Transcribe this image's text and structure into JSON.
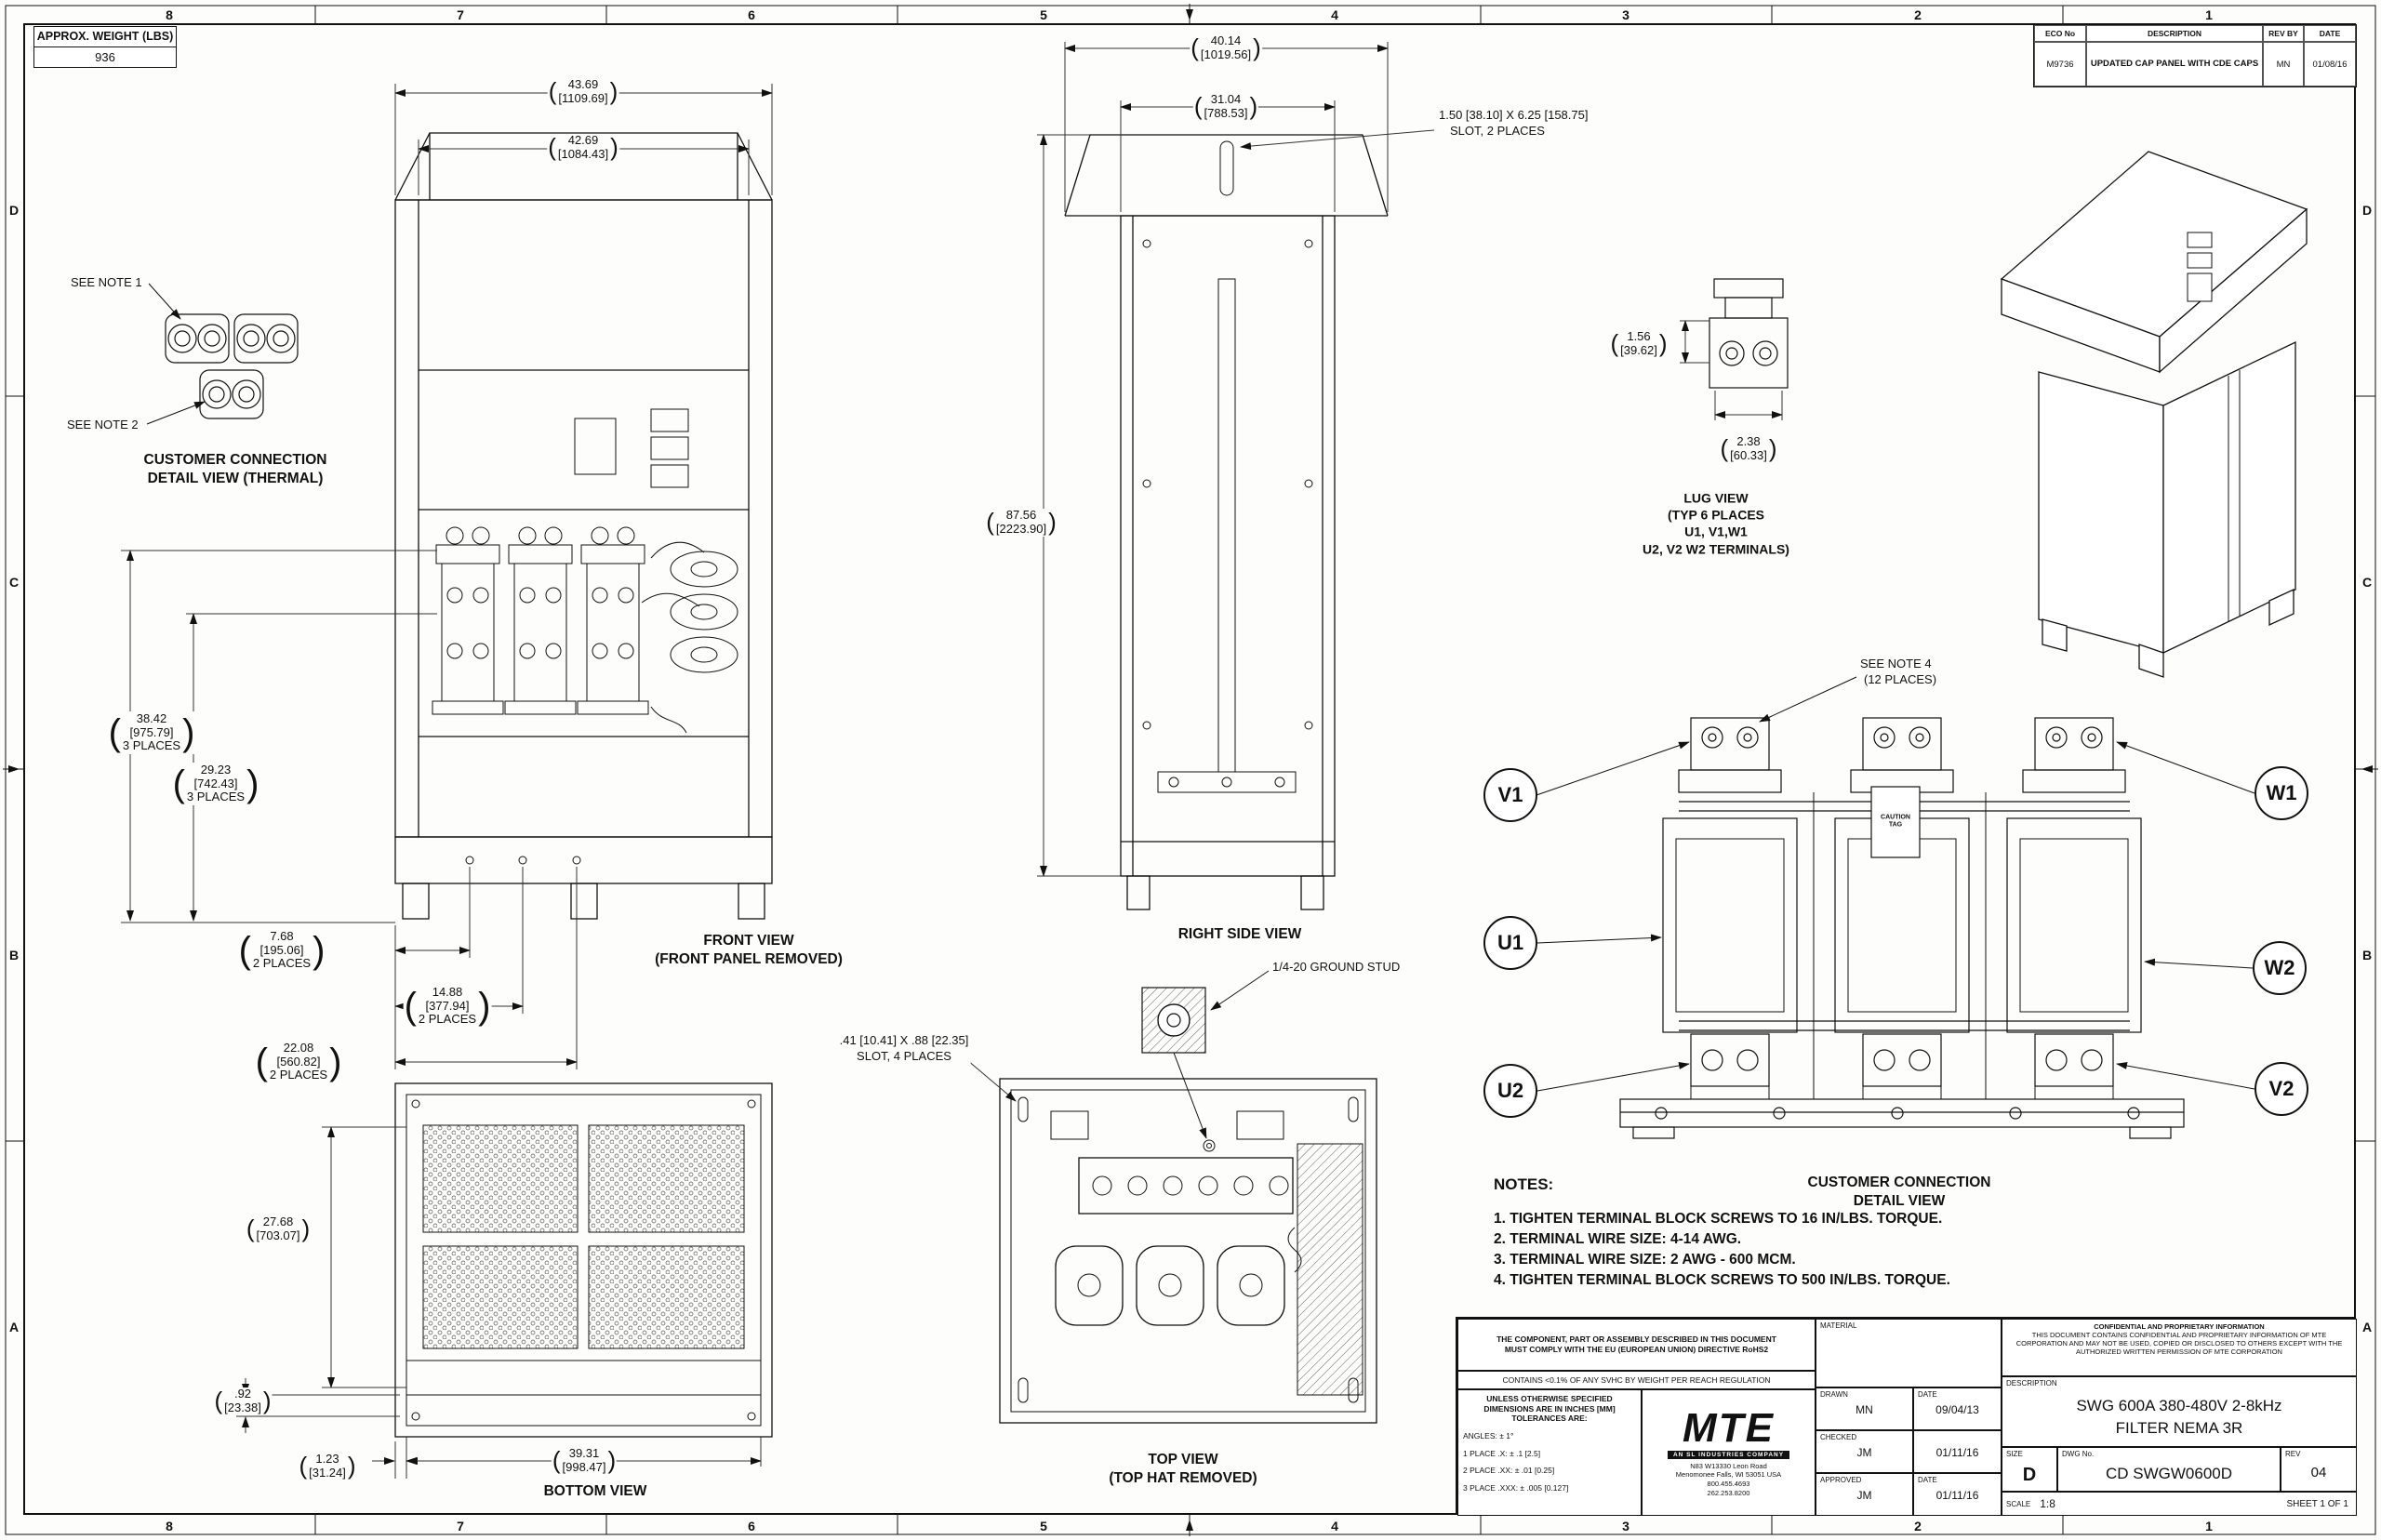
{
  "colors": {
    "line": "#1a1a1a",
    "background": "#ffffff"
  },
  "sheet": {
    "zones_h": [
      "8",
      "7",
      "6",
      "5",
      "4",
      "3",
      "2",
      "1"
    ],
    "zones_v": [
      "D",
      "C",
      "B",
      "A"
    ]
  },
  "weight_box": {
    "line1": "APPROX. WEIGHT",
    "line2": "(LBS)",
    "value": "936"
  },
  "rev_table": {
    "headers": {
      "eco": "ECO No",
      "desc": "DESCRIPTION",
      "by": "REV BY",
      "date": "DATE"
    },
    "row": {
      "eco": "M9736",
      "desc": "UPDATED CAP PANEL WITH CDE CAPS",
      "by": "MN",
      "date": "01/08/16"
    }
  },
  "labels": {
    "see_note_1": "SEE NOTE 1",
    "see_note_2": "SEE NOTE 2",
    "see_note_4a": "SEE NOTE 4",
    "see_note_4b": "(12 PLACES)",
    "ground_stud": "1/4-20 GROUND STUD",
    "caution1": "CAUTION",
    "caution2": "TAG"
  },
  "view_titles": {
    "thermal1": "CUSTOMER CONNECTION",
    "thermal2": "DETAIL VIEW (THERMAL)",
    "front1": "FRONT VIEW",
    "front2": "(FRONT PANEL REMOVED)",
    "right_side": "RIGHT SIDE VIEW",
    "lug1": "LUG VIEW",
    "lug2": "(TYP 6 PLACES",
    "lug3": "U1, V1,W1",
    "lug4": "U2, V2 W2 TERMINALS)",
    "ccd1": "CUSTOMER CONNECTION",
    "ccd2": "DETAIL VIEW",
    "bottom": "BOTTOM VIEW",
    "top1": "TOP VIEW",
    "top2": "(TOP HAT REMOVED)"
  },
  "terminals": {
    "v1": "V1",
    "u1": "U1",
    "u2": "U2",
    "w1": "W1",
    "w2": "W2",
    "v2": "V2"
  },
  "dims": {
    "front_w1_in": "43.69",
    "front_w1_mm": "[1109.69]",
    "front_w2_in": "42.69",
    "front_w2_mm": "[1084.43]",
    "front_h1_in": "38.42",
    "front_h1_mm": "[975.79]",
    "front_h1_pl": "3 PLACES",
    "front_h2_in": "29.23",
    "front_h2_mm": "[742.43]",
    "front_h2_pl": "3 PLACES",
    "front_b1_in": "7.68",
    "front_b1_mm": "[195.06]",
    "front_b1_pl": "2 PLACES",
    "front_b2_in": "14.88",
    "front_b2_mm": "[377.94]",
    "front_b2_pl": "2 PLACES",
    "front_b3_in": "22.08",
    "front_b3_mm": "[560.82]",
    "front_b3_pl": "2 PLACES",
    "side_w1_in": "40.14",
    "side_w1_mm": "[1019.56]",
    "side_w2_in": "31.04",
    "side_w2_mm": "[788.53]",
    "side_h_in": "87.56",
    "side_h_mm": "[2223.90]",
    "slot2_a": "1.50 [38.10] X 6.25 [158.75]",
    "slot2_b": "SLOT, 2 PLACES",
    "lug_h_in": "1.56",
    "lug_h_mm": "[39.62]",
    "lug_w_in": "2.38",
    "lug_w_mm": "[60.33]",
    "bottom_h_in": "27.68",
    "bottom_h_mm": "[703.07]",
    "bottom_d1_in": ".92",
    "bottom_d1_mm": "[23.38]",
    "bottom_d2_in": "1.23",
    "bottom_d2_mm": "[31.24]",
    "bottom_w_in": "39.31",
    "bottom_w_mm": "[998.47]",
    "slot4_a": ".41 [10.41] X .88 [22.35]",
    "slot4_b": "SLOT, 4 PLACES"
  },
  "notes": {
    "title": "NOTES:",
    "n1": "1.  TIGHTEN TERMINAL BLOCK SCREWS TO 16 IN/LBS. TORQUE.",
    "n2": "2.  TERMINAL WIRE SIZE: 4-14 AWG.",
    "n3": "3.  TERMINAL WIRE SIZE: 2 AWG - 600 MCM.",
    "n4": "4.  TIGHTEN TERMINAL BLOCK SCREWS TO 500 IN/LBS. TORQUE."
  },
  "title_block": {
    "compliance1": "THE COMPONENT, PART OR ASSEMBLY DESCRIBED IN THIS DOCUMENT",
    "compliance2": "MUST COMPLY WITH THE EU (EUROPEAN UNION) DIRECTIVE RoHS2",
    "svhc": "CONTAINS <0.1% OF ANY SVHC BY WEIGHT PER REACH REGULATION",
    "tol1": "UNLESS OTHERWISE SPECIFIED",
    "tol2": "DIMENSIONS ARE IN INCHES [MM]",
    "tol3": "TOLERANCES ARE:",
    "tol4": "ANGLES: ± 1°",
    "tol5": "1 PLACE .X: ± .1 [2.5]",
    "tol6": "2 PLACE .XX: ± .01 [0.25]",
    "tol7": "3 PLACE .XXX: ± .005 [0.127]",
    "logo": "MTE",
    "logo_tag": "AN SL INDUSTRIES COMPANY",
    "addr1": "N83 W13330 Leon Road",
    "addr2": "Menomonee Falls, WI 53051 USA",
    "addr3": "800.455.4693",
    "addr4": "262.253.8200",
    "material_label": "MATERIAL",
    "drawn_label": "DRAWN",
    "drawn_name": "MN",
    "drawn_date_label": "DATE",
    "drawn_date": "09/04/13",
    "checked_label": "CHECKED",
    "checked_name": "JM",
    "checked_date": "01/11/16",
    "approved_label": "APPROVED",
    "approved_name": "JM",
    "approved_date_label": "DATE",
    "approved_date": "01/11/16",
    "conf_title": "CONFIDENTIAL AND PROPRIETARY INFORMATION",
    "conf_body": "THIS DOCUMENT CONTAINS CONFIDENTIAL AND PROPRIETARY INFORMATION OF MTE CORPORATION AND MAY NOT BE USED, COPIED OR DISCLOSED TO OTHERS EXCEPT WITH THE AUTHORIZED WRITTEN PERMISSION OF MTE CORPORATION",
    "desc_label": "DESCRIPTION",
    "desc1": "SWG 600A 380-480V 2-8kHz",
    "desc2": "FILTER NEMA 3R",
    "size_label": "SIZE",
    "size": "D",
    "dwg_label": "DWG No.",
    "dwg_no": "CD SWGW0600D",
    "rev_label": "REV",
    "rev": "04",
    "scale_label": "SCALE",
    "scale": "1:8",
    "sheet_label": "SHEET 1  OF 1"
  }
}
